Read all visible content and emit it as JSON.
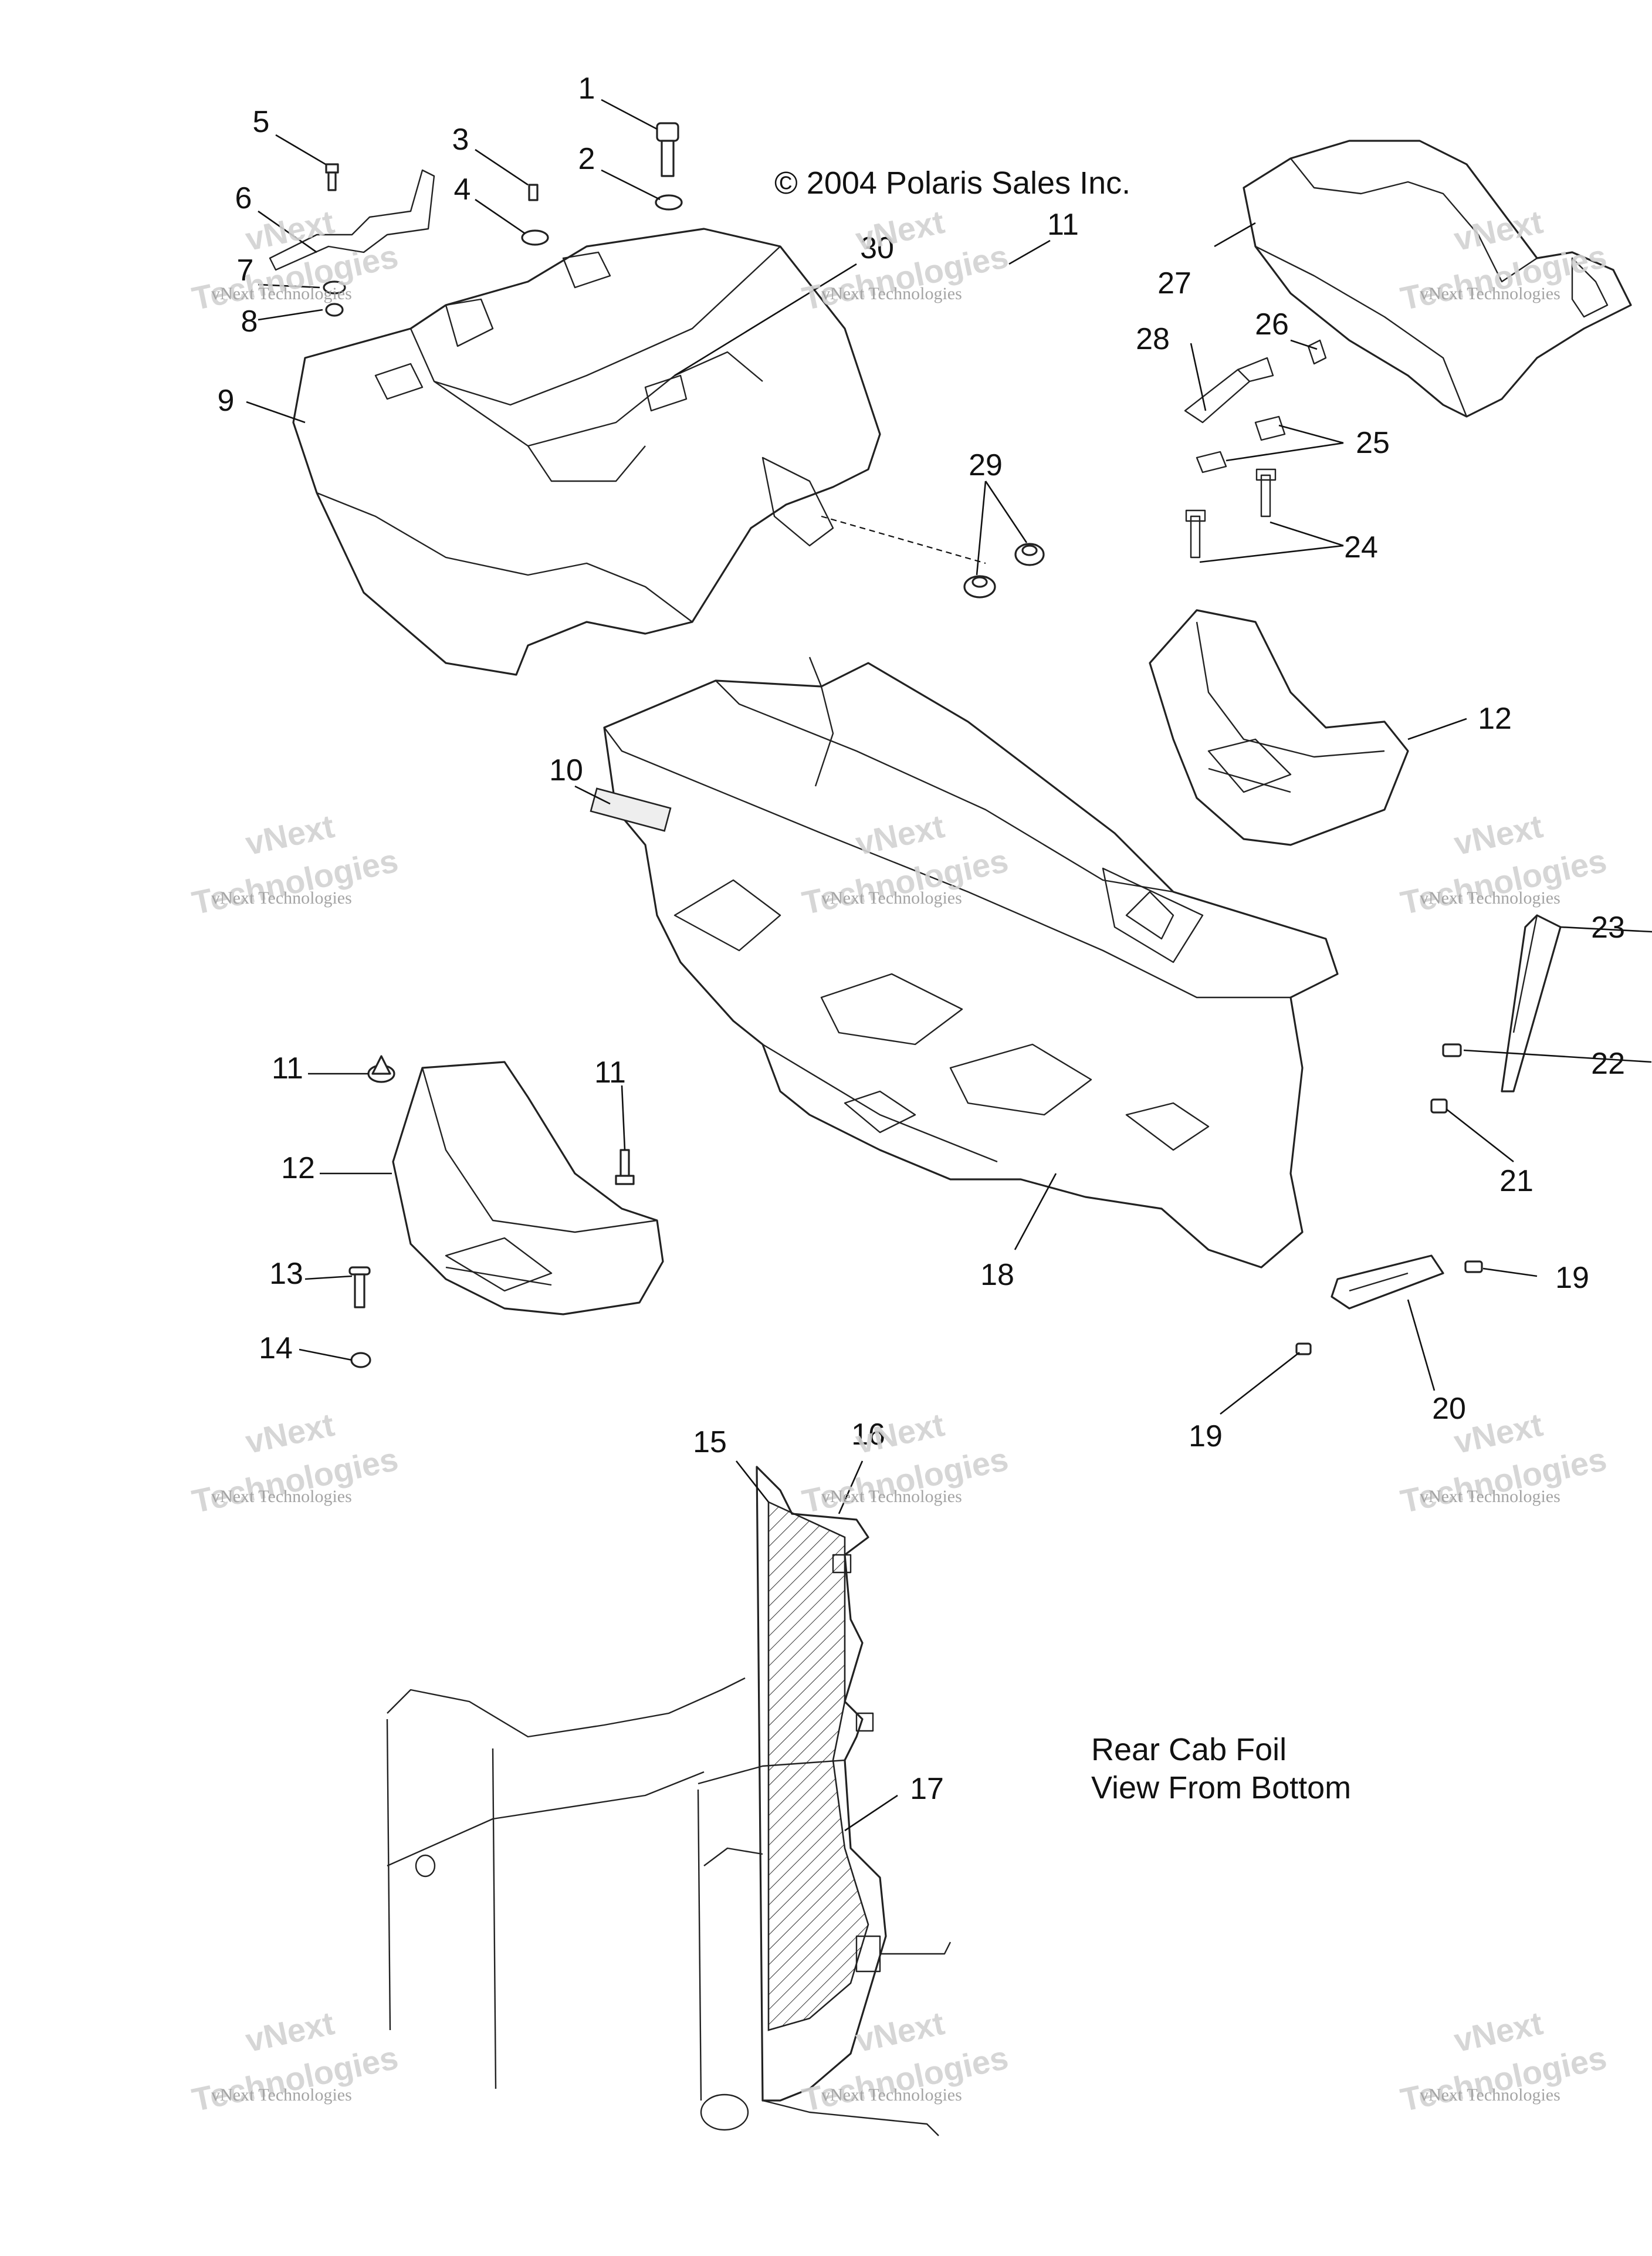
{
  "copyright": "© 2004 Polaris Sales Inc.",
  "caption": {
    "line1": "Rear Cab Foil",
    "line2": "View From Bottom"
  },
  "watermark": {
    "line1": "vNext Technologies",
    "line2": "Technologies",
    "overlay": "vNext"
  },
  "callouts": {
    "c1": "1",
    "c2": "2",
    "c3": "3",
    "c4": "4",
    "c5": "5",
    "c6": "6",
    "c7": "7",
    "c8": "8",
    "c9": "9",
    "c10": "10",
    "c11a": "11",
    "c11b": "11",
    "c11c": "11",
    "c12a": "12",
    "c12b": "12",
    "c13": "13",
    "c14": "14",
    "c15": "15",
    "c16": "16",
    "c17": "17",
    "c18": "18",
    "c19a": "19",
    "c19b": "19",
    "c20": "20",
    "c21": "21",
    "c22": "22",
    "c23": "23",
    "c24": "24",
    "c25": "25",
    "c26": "26",
    "c27": "27",
    "c28": "28",
    "c29": "29",
    "c30": "30"
  }
}
